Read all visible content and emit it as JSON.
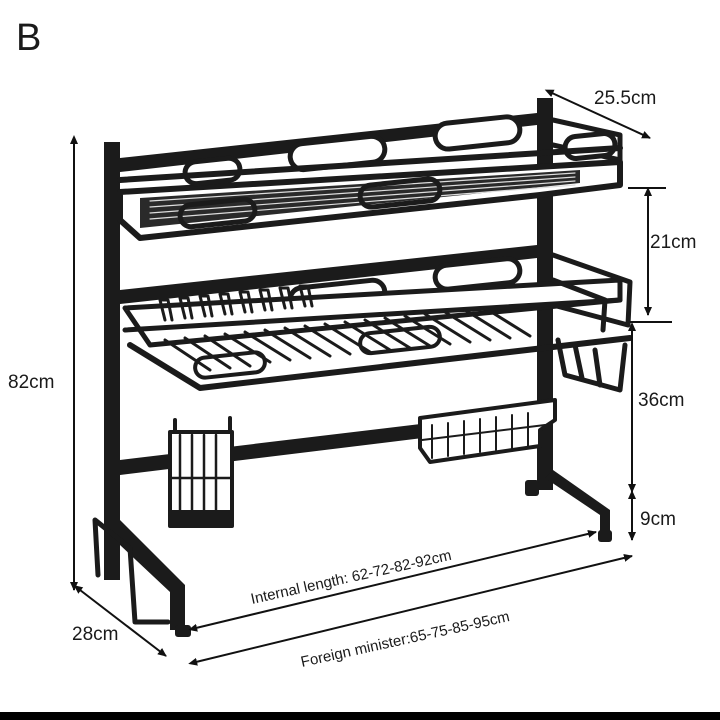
{
  "variant_label": "B",
  "dimensions": {
    "depth_top": "25.5cm",
    "tier_gap_upper": "21cm",
    "total_height": "82cm",
    "tier_gap_lower": "36cm",
    "base_height": "9cm",
    "depth_base": "28cm",
    "internal_length": "Internal length:  62-72-82-92cm",
    "foreign_length": "Foreign minister:65-75-85-95cm"
  },
  "colors": {
    "rack": "#1b1b1b",
    "line": "#111111",
    "background": "#ffffff"
  }
}
